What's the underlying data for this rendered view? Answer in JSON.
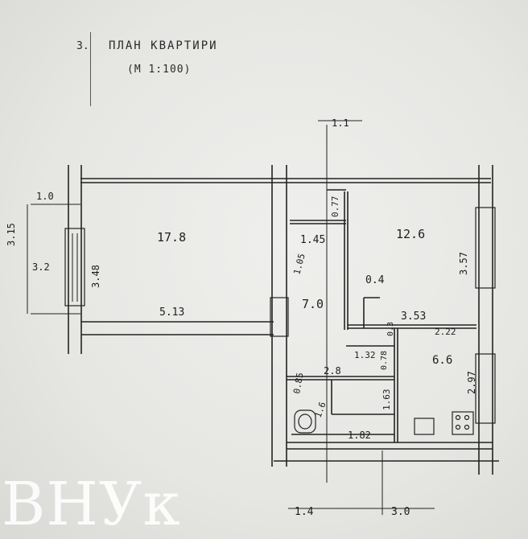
{
  "header": {
    "section_number": "3.",
    "title": "ПЛАН КВАРТИРИ",
    "scale": "(М 1:100)"
  },
  "plan": {
    "room_areas": {
      "living_room": "17.8",
      "bedroom": "12.6",
      "hallway": "7.0",
      "kitchen": "6.6",
      "closet_1": "1.45",
      "closet_2": "0.4"
    },
    "dimensions": {
      "left_offset": "1.0",
      "left_height_outer": "3.15",
      "left_height_mid": "3.2",
      "living_height": "3.48",
      "living_width": "5.13",
      "top_marker": "1.1",
      "closet_depth": "0.77",
      "hall_width": "1.05",
      "bedroom_width": "3.53",
      "bedroom_height": "3.57",
      "kitchen_width": "2.22",
      "gap_1": "0.3",
      "hall_seg": "1.32",
      "hall_seg_2": "0.78",
      "bath_width": "2.8",
      "bath_small": "0.85",
      "bath_depth": "1.6",
      "bath_height": "1.63",
      "bath_bottom": "1.82",
      "kitchen_height": "2.97",
      "bottom_left": "1.4",
      "bottom_right": "3.0"
    }
  },
  "watermark": "ВНУк"
}
